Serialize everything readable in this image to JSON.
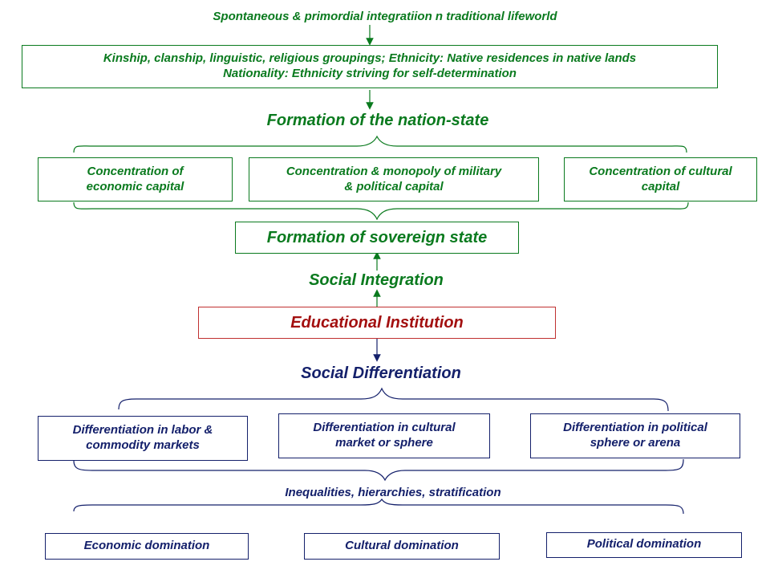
{
  "colors": {
    "green": "#0a7a1e",
    "navy": "#14206b",
    "red": "#a31010"
  },
  "top": {
    "heading": "Spontaneous & primordial  integratiion  n traditional lifeworld",
    "box_line1": "Kinship, clanship, linguistic, religious groupings;  Ethnicity: Native residences in native lands",
    "box_line2": "Nationality: Ethnicity striving for self-determination"
  },
  "nation_state": {
    "title": "Formation of the nation-state",
    "concentrations": [
      {
        "line1": "Concentration of",
        "line2": "economic capital"
      },
      {
        "line1": "Concentration & monopoly of military",
        "line2": "& political capital"
      },
      {
        "line1": "Concentration of cultural",
        "line2": "capital"
      }
    ]
  },
  "sovereign_state": "Formation of sovereign state",
  "social_integration": "Social Integration",
  "educational_institution": "Educational Institution",
  "social_differentiation": "Social Differentiation",
  "differentiations": [
    {
      "line1": "Differentiation in labor &",
      "line2": "commodity markets"
    },
    {
      "line1": "Differentiation in cultural",
      "line2": "market or sphere"
    },
    {
      "line1": "Differentiation in political",
      "line2": "sphere or arena"
    }
  ],
  "inequalities": "Inequalities, hierarchies, stratification",
  "dominations": [
    "Economic domination",
    "Cultural domination",
    "Political domination"
  ]
}
